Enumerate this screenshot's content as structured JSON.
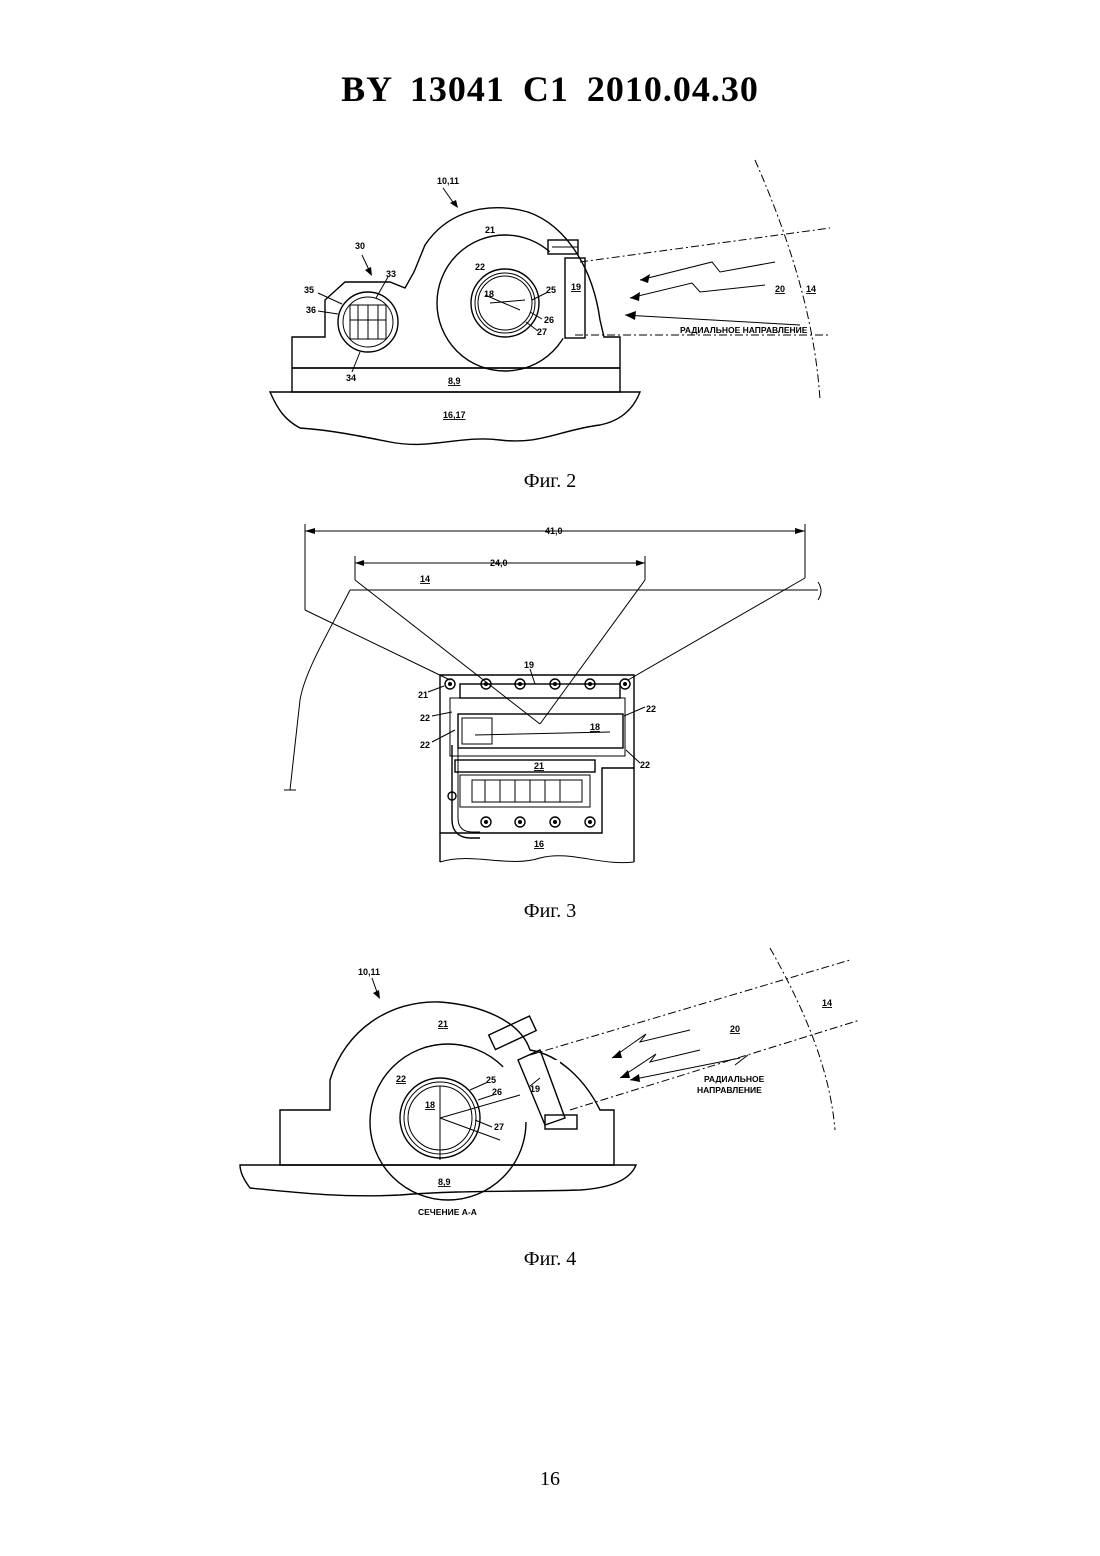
{
  "header": {
    "title": "BY 13041 C1 2010.04.30"
  },
  "figures": [
    {
      "caption": "Фиг. 2",
      "labels": {
        "ref_10_11": "10,11",
        "ref_30": "30",
        "ref_33": "33",
        "ref_35": "35",
        "ref_36": "36",
        "ref_34": "34",
        "ref_21": "21",
        "ref_22": "22",
        "ref_18": "18",
        "ref_25": "25",
        "ref_26": "26",
        "ref_27": "27",
        "ref_19": "19",
        "ref_20": "20",
        "ref_14": "14",
        "ref_8_9": "8,9",
        "ref_16_17": "16,17",
        "radial": "РАДИАЛЬНОЕ НАПРАВЛЕНИЕ"
      }
    },
    {
      "caption": "Фиг. 3",
      "labels": {
        "dim_41": "41,0",
        "dim_24": "24,0",
        "ref_14": "14",
        "ref_19": "19",
        "ref_21a": "21",
        "ref_22a": "22",
        "ref_22b": "22",
        "ref_22c": "22",
        "ref_22d": "22",
        "ref_18": "18",
        "ref_21b": "21",
        "ref_16": "16"
      }
    },
    {
      "caption": "Фиг. 4",
      "labels": {
        "ref_10_11": "10,11",
        "ref_21": "21",
        "ref_22": "22",
        "ref_18": "18",
        "ref_25": "25",
        "ref_26": "26",
        "ref_27": "27",
        "ref_19": "19",
        "ref_20": "20",
        "ref_14": "14",
        "ref_8_9": "8,9",
        "radial_1": "РАДИАЛЬНОЕ",
        "radial_2": "НАПРАВЛЕНИЕ",
        "section": "СЕЧЕНИЕ А-А"
      }
    }
  ],
  "footer": {
    "page_number": "16"
  }
}
